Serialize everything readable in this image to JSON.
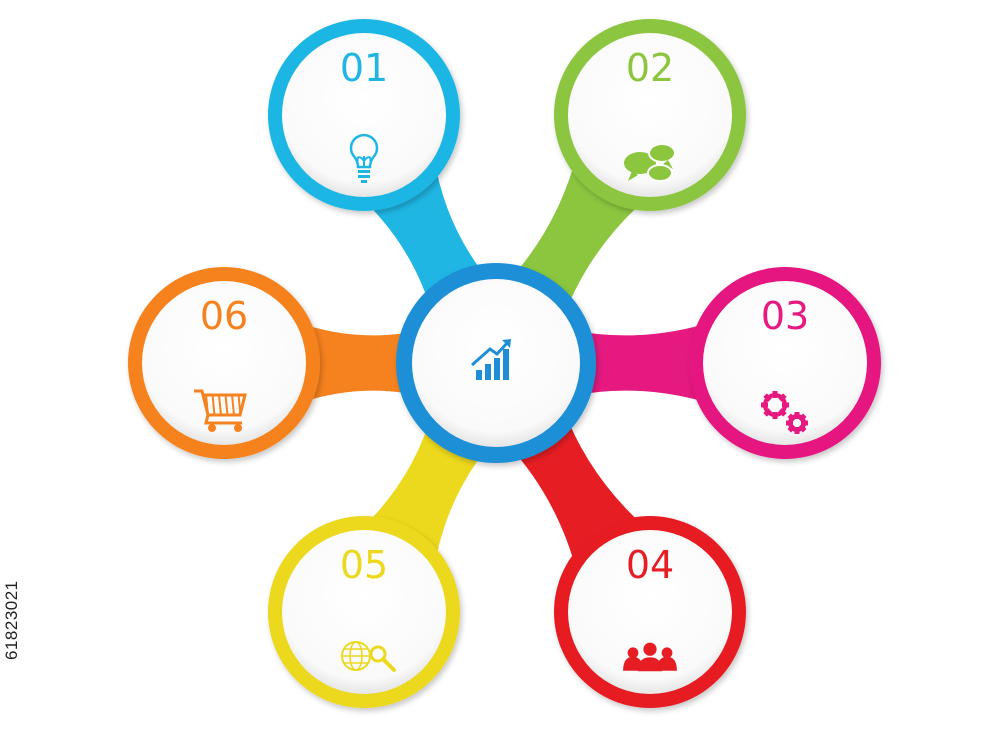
{
  "nodes": [
    {
      "id": "01",
      "color": "#1fb6e4",
      "icon": "lightbulb-icon"
    },
    {
      "id": "02",
      "color": "#8cc63f",
      "icon": "chat-bubbles-icon"
    },
    {
      "id": "03",
      "color": "#e5197f",
      "icon": "gears-icon"
    },
    {
      "id": "04",
      "color": "#e61e24",
      "icon": "people-icon"
    },
    {
      "id": "05",
      "color": "#ecd81c",
      "icon": "globe-search-icon"
    },
    {
      "id": "06",
      "color": "#f5821f",
      "icon": "shopping-cart-icon"
    }
  ],
  "center": {
    "color": "#1e8fd6",
    "icon": "growth-chart-icon"
  },
  "stock_id": "61823021"
}
